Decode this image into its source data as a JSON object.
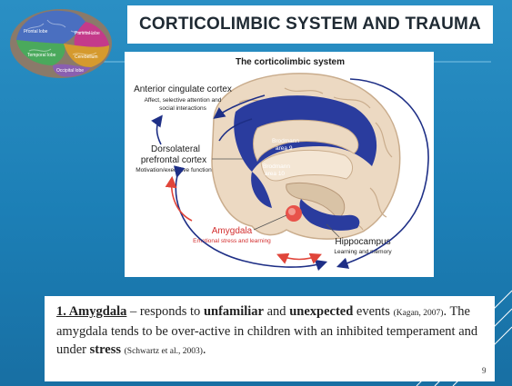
{
  "slide": {
    "title": "CORTICOLIMBIC SYSTEM AND TRAUMA",
    "page_number": "9"
  },
  "logo": {
    "labels": [
      "Frontal lobe",
      "Parietal lobe",
      "Temporal lobe",
      "Cerebellum",
      "Occipital lobe"
    ]
  },
  "figure": {
    "title": "The corticolimbic system",
    "acc_title": "Anterior cingulate cortex",
    "acc_sub1": "Affect, selective attention and",
    "acc_sub2": "social interactions",
    "dlpfc_title1": "Dorsolateral",
    "dlpfc_title2": "prefrontal cortex",
    "dlpfc_sub": "Motivation/executive function",
    "ba9_line1": "Brodmann",
    "ba9_line2": "area 9",
    "ba10_line1": "Brodmann",
    "ba10_line2": "area 10",
    "amygdala_title": "Amygdala",
    "amygdala_sub": "Emotional stress and learning",
    "hippo_title": "Hippocampus",
    "hippo_sub": "Learning and memory"
  },
  "body": {
    "lead": "1. Amygdala",
    "t1": " – responds to ",
    "b1": "unfamiliar",
    "t2": " and ",
    "b2": "unexpected",
    "t3": " events ",
    "cite1": "(Kagan, 2007)",
    "t4": ". The amygdala tends to be over-active in children with an inhibited temperament and under ",
    "b3": "stress",
    "t5": " ",
    "cite2": "(Schwartz et al., 2003)",
    "t6": "."
  },
  "colors": {
    "background": "#1c7fb6",
    "arrow_blue": "#1e2f86",
    "arrow_red": "#e0453a",
    "region_blue": "#2a3c9e",
    "red_label": "#d32f2f"
  }
}
